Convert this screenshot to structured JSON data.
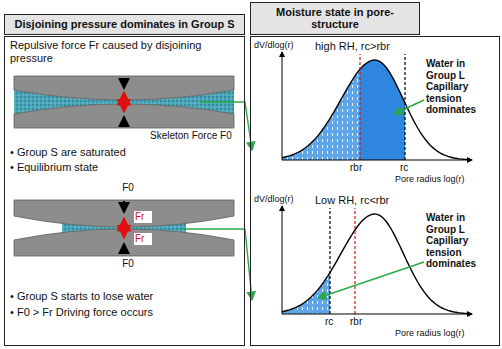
{
  "diagram": {
    "nodes": [
      {
        "text": [
          "Disjoining pressure dominates in Group S"
        ]
      },
      {
        "text": [
          "Repulsive force Fr caused by disjoining pressure",
          "Skeleton Force F0",
          "• Group S are saturated",
          "• Equilibrium state"
        ],
        "in": 0
      },
      {
        "text": [
          "F0",
          "Fr",
          "Fr",
          "F0",
          "• Group S starts to lose water",
          "• F0 > Fr Driving force occurs"
        ],
        "in": 0
      },
      {
        "text": [
          "Moisture state in pore-structure"
        ]
      },
      {
        "text": [
          "dV/dlog(r)",
          "high RH, rc>rbr",
          "Water in Group L Capillary tension dominates",
          "rbr",
          "rc",
          "Pore radius log(r)"
        ],
        "in": 3
      },
      {
        "text": [
          "dV/dlog(r)",
          "Low RH, rc<rbr",
          "Water in Group L Capillary tension dominates",
          "rc",
          "rbr",
          "Pore radius log(r)"
        ],
        "in": 3
      }
    ],
    "edges": [
      {
        "from": 1,
        "to": 4,
        "arrow": "to"
      },
      {
        "from": 2,
        "to": 5,
        "arrow": "to"
      }
    ]
  }
}
